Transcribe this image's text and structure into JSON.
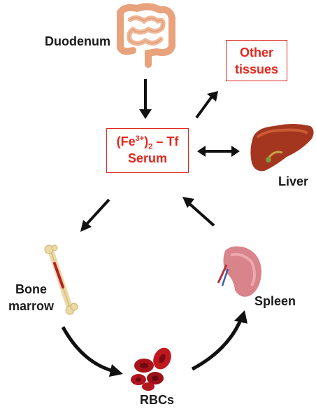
{
  "nodes": {
    "duodenum": "Duodenum",
    "other_tissues_line1": "Other",
    "other_tissues_line2": "tissues",
    "serum_fe": "(Fe",
    "serum_charge": "3+",
    "serum_close": ")",
    "serum_sub": "2",
    "serum_tf": " – Tf",
    "serum_line2": "Serum",
    "liver": "Liver",
    "bone_marrow_line1": "Bone",
    "bone_marrow_line2": "marrow",
    "spleen": "Spleen",
    "rbcs": "RBCs"
  },
  "icons": {
    "duodenum": "intestine-icon",
    "liver": "liver-icon",
    "bone": "femur-bone-icon",
    "spleen": "spleen-icon",
    "rbcs": "red-blood-cells-icon"
  },
  "colors": {
    "accent": "#e0281e",
    "arrow": "#111111",
    "text": "#1a1a1a"
  }
}
